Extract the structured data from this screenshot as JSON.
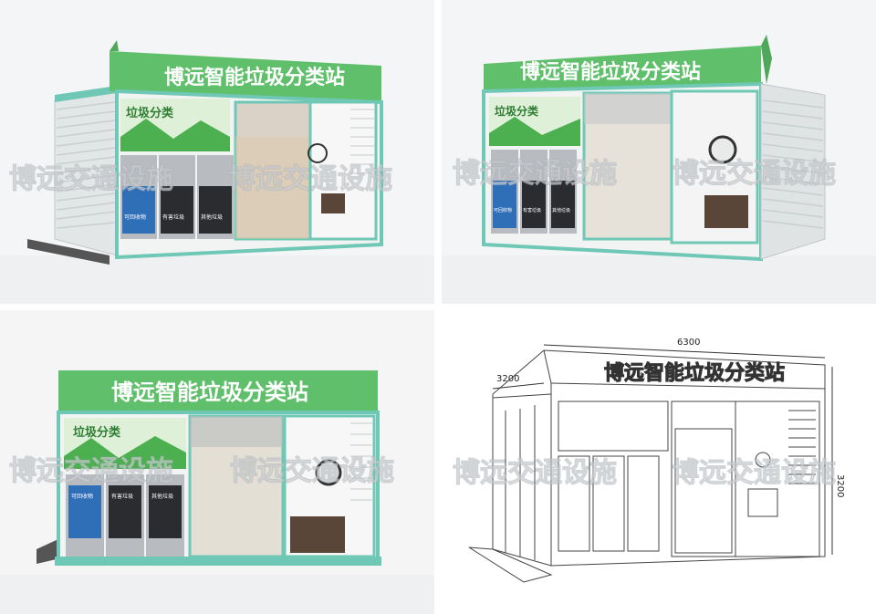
{
  "station_title": "博远智能垃圾分类站",
  "poster_title": "垃圾分类",
  "watermark": "博远交通设施",
  "bins": [
    {
      "label": "可回收物",
      "color": "#2f6fb8"
    },
    {
      "label": "有害垃圾",
      "color": "#2a2c30"
    },
    {
      "label": "其他垃圾",
      "color": "#2a2c30"
    }
  ],
  "dimensions": {
    "length": "6300",
    "width": "3200",
    "height": "3200"
  },
  "colors": {
    "teal_frame": "#6fc7b5",
    "sign_green": "#5fbf6a",
    "bin_blue": "#2f6fb8",
    "bin_dark": "#2a2c30"
  }
}
